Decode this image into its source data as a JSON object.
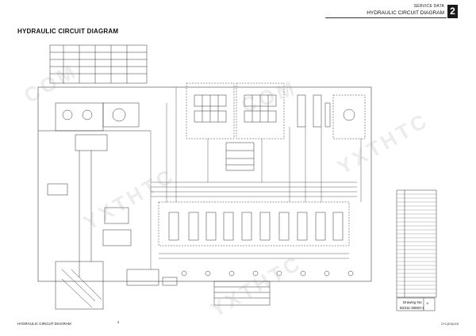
{
  "header": {
    "section": "SERVICE DATA",
    "title": "HYDRAULIC CIRCUIT DIAGRAM",
    "chapter_number": "2"
  },
  "page_title": "HYDRAULIC CIRCUIT DIAGRAM",
  "footer": {
    "left": "HYDRAULIC CIRCUIT DIAGRAM",
    "page_number": "5",
    "right": "2YC(E0)025"
  },
  "drawing_box": {
    "label": "Drawing No.",
    "value": "B3311-30800-1",
    "page": "1/"
  },
  "watermarks": [
    "YXTHTC",
    "YXTHTC",
    "YXTHTC",
    "COM",
    "COM"
  ]
}
